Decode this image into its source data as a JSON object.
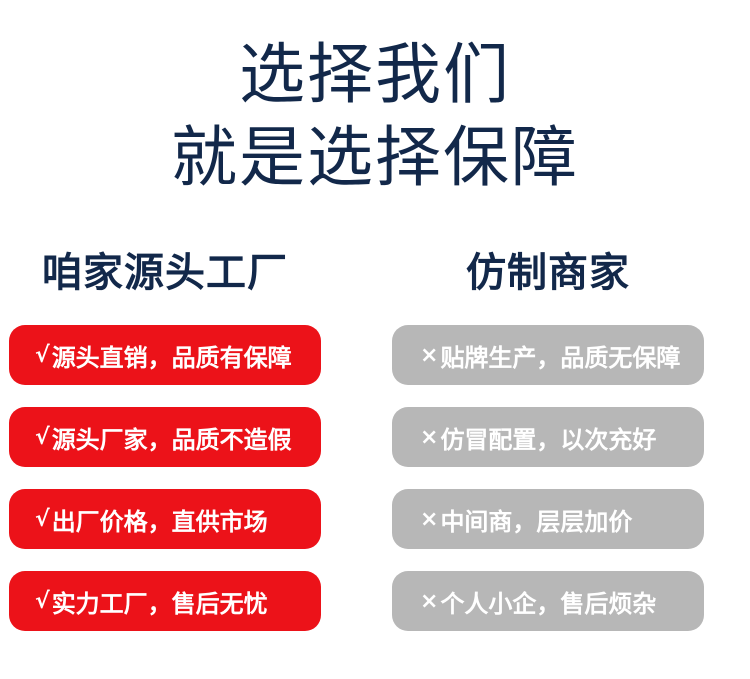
{
  "headline": {
    "line1": "选择我们",
    "line2": "就是选择保障"
  },
  "left_column": {
    "title": "咱家源头工厂",
    "mark": "√",
    "items": [
      "源头直销，品质有保障",
      "源头厂家，品质不造假",
      "出厂价格，直供市场",
      "实力工厂，售后无忧"
    ]
  },
  "right_column": {
    "title": "仿制商家",
    "mark": "×",
    "items": [
      "贴牌生产，品质无保障",
      "仿冒配置，以次充好",
      "中间商，层层加价",
      "个人小企，售后烦杂"
    ]
  },
  "colors": {
    "navy": "#12284a",
    "red": "#ec1219",
    "gray": "#b7b7b7",
    "white": "#ffffff"
  }
}
